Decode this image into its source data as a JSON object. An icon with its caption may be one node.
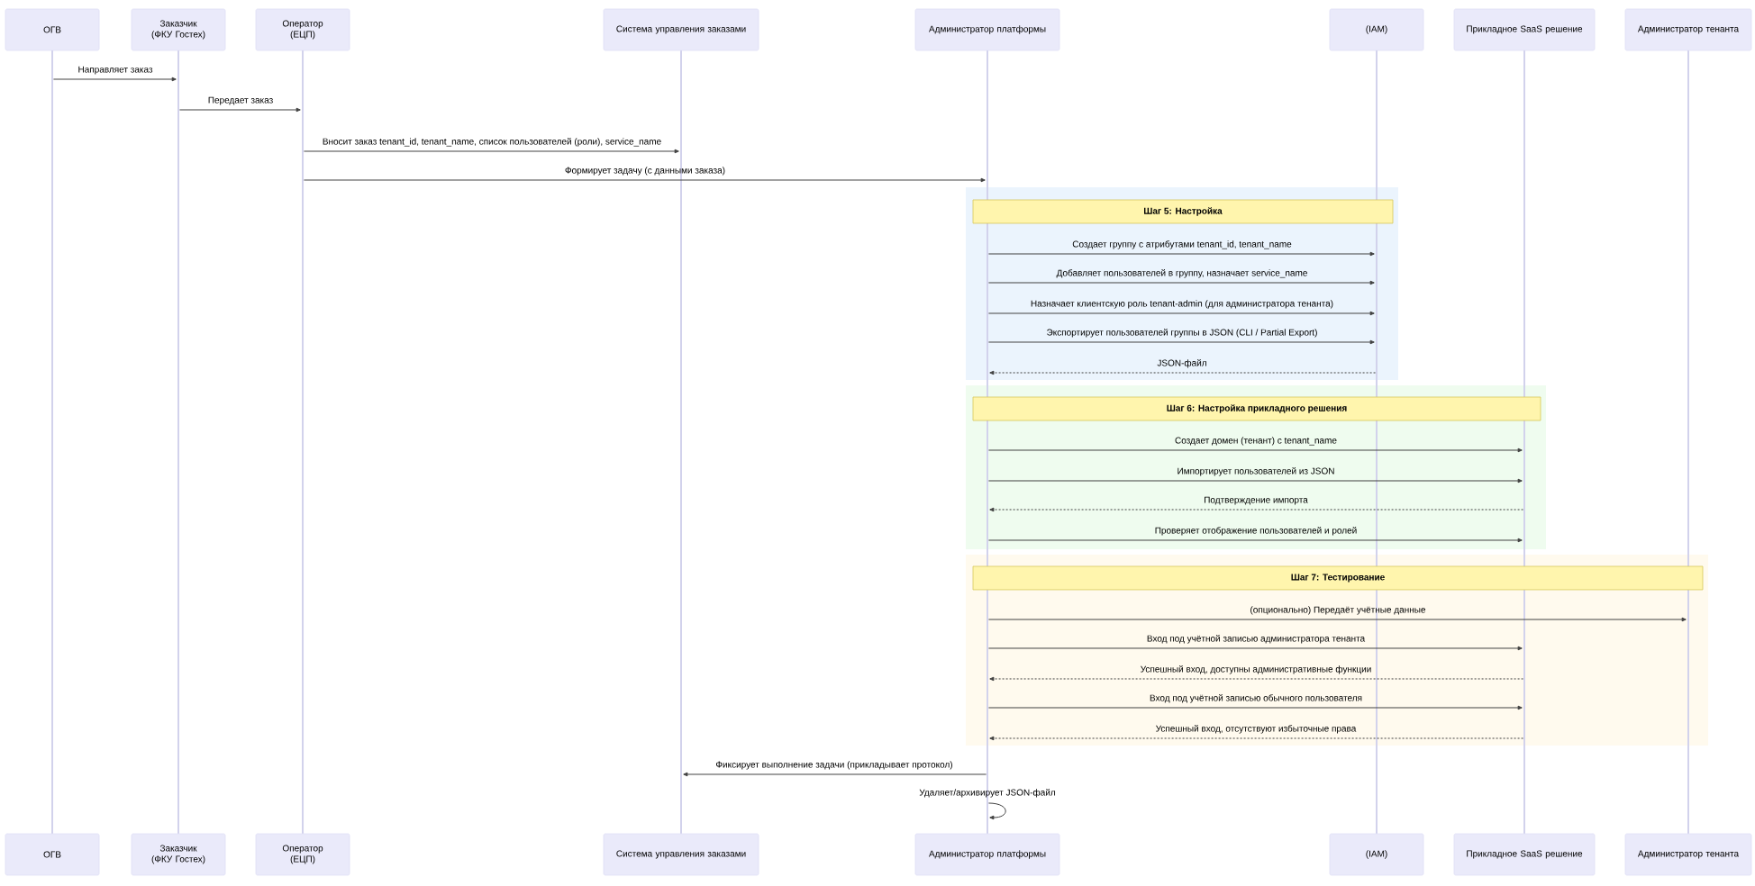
{
  "diagram": {
    "nodes": [
      {
        "text": [
          "ОГВ"
        ]
      },
      {
        "text": [
          "Заказчик (ФКУ Гостех)"
        ]
      },
      {
        "text": [
          "Оператор (ЕЦП)"
        ]
      },
      {
        "text": [
          "Система управления заказами"
        ]
      },
      {
        "text": [
          "Администратор платформы"
        ]
      },
      {
        "text": [
          "(IAM)"
        ]
      },
      {
        "text": [
          "Прикладное SaaS решение"
        ]
      },
      {
        "text": [
          "Администратор тенанта"
        ]
      },
      {
        "text": [
          "ОГВ"
        ]
      },
      {
        "text": [
          "Заказчик (ФКУ Гостех)"
        ]
      },
      {
        "text": [
          "Оператор (ЕЦП)"
        ]
      },
      {
        "text": [
          "Система управления заказами"
        ]
      },
      {
        "text": [
          "Администратор платформы"
        ]
      },
      {
        "text": [
          "(IAM)"
        ]
      },
      {
        "text": [
          "Прикладное SaaS решение"
        ]
      },
      {
        "text": [
          "Администратор тенанта"
        ]
      },
      {
        "text": [
          "Шаг 5: Настройка"
        ]
      },
      {
        "text": [
          "Шаг 6: Настройка прикладного решения"
        ]
      },
      {
        "text": [
          "Шаг 7: Тестирование"
        ]
      },
      {
        "text": [],
        "shape": "bar"
      },
      {
        "text": [],
        "shape": "bar"
      },
      {
        "text": [],
        "shape": "bar"
      },
      {
        "text": [],
        "shape": "bar"
      },
      {
        "text": [],
        "shape": "bar"
      },
      {
        "text": [],
        "shape": "bar"
      },
      {
        "text": [],
        "shape": "bar"
      },
      {
        "text": [],
        "shape": "bar"
      }
    ],
    "edges": [
      {
        "from": 19,
        "to": 20,
        "arrow": "to",
        "label": "Направляет заказ"
      },
      {
        "from": 20,
        "to": 21,
        "arrow": "to",
        "label": "Передает заказ"
      },
      {
        "from": 21,
        "to": 22,
        "arrow": "to",
        "label": "Вносит заказ tenant_id, tenant_name, список пользователей (роли), service_name"
      },
      {
        "from": 21,
        "to": 23,
        "arrow": "to",
        "label": "Формирует задачу (с данными заказа)"
      },
      {
        "from": 23,
        "to": 24,
        "arrow": "to",
        "label": "Создает группу с атрибутами tenant_id, tenant_name"
      },
      {
        "from": 23,
        "to": 24,
        "arrow": "to",
        "label": "Добавляет пользователей в группу, назначает service_name"
      },
      {
        "from": 23,
        "to": 24,
        "arrow": "to",
        "label": "Назначает клиентскую роль tenant-admin (для администратора тенанта)"
      },
      {
        "from": 23,
        "to": 24,
        "arrow": "to",
        "label": "Экспортирует пользователей группы в JSON (CLI / Partial Export)"
      },
      {
        "from": 24,
        "to": 23,
        "arrow": "to",
        "label": "JSON-файл",
        "style": "dashed"
      },
      {
        "from": 23,
        "to": 25,
        "arrow": "to",
        "label": "Создает домен (тенант) с tenant_name"
      },
      {
        "from": 23,
        "to": 25,
        "arrow": "to",
        "label": "Импортирует пользователей из JSON"
      },
      {
        "from": 25,
        "to": 23,
        "arrow": "to",
        "label": "Подтверждение импорта",
        "style": "dashed"
      },
      {
        "from": 23,
        "to": 25,
        "arrow": "to",
        "label": "Проверяет отображение пользователей и ролей"
      },
      {
        "from": 23,
        "to": 26,
        "arrow": "to",
        "label": "(опционально) Передаёт учётные данные"
      },
      {
        "from": 23,
        "to": 25,
        "arrow": "to",
        "label": "Вход под учётной записью администратора тенанта"
      },
      {
        "from": 25,
        "to": 23,
        "arrow": "to",
        "label": "Успешный вход, доступны административные функции",
        "style": "dashed"
      },
      {
        "from": 23,
        "to": 25,
        "arrow": "to",
        "label": "Вход под учётной записью обычного пользователя"
      },
      {
        "from": 25,
        "to": 23,
        "arrow": "to",
        "label": "Успешный вход, отсутствуют избыточные права",
        "style": "dashed"
      },
      {
        "from": 23,
        "to": 22,
        "arrow": "to",
        "label": "Фиксирует выполнение задачи (прикладывает протокол)"
      },
      {
        "from": 23,
        "to": 23,
        "arrow": "to",
        "label": "Удаляет/архивирует JSON-файл"
      }
    ]
  }
}
